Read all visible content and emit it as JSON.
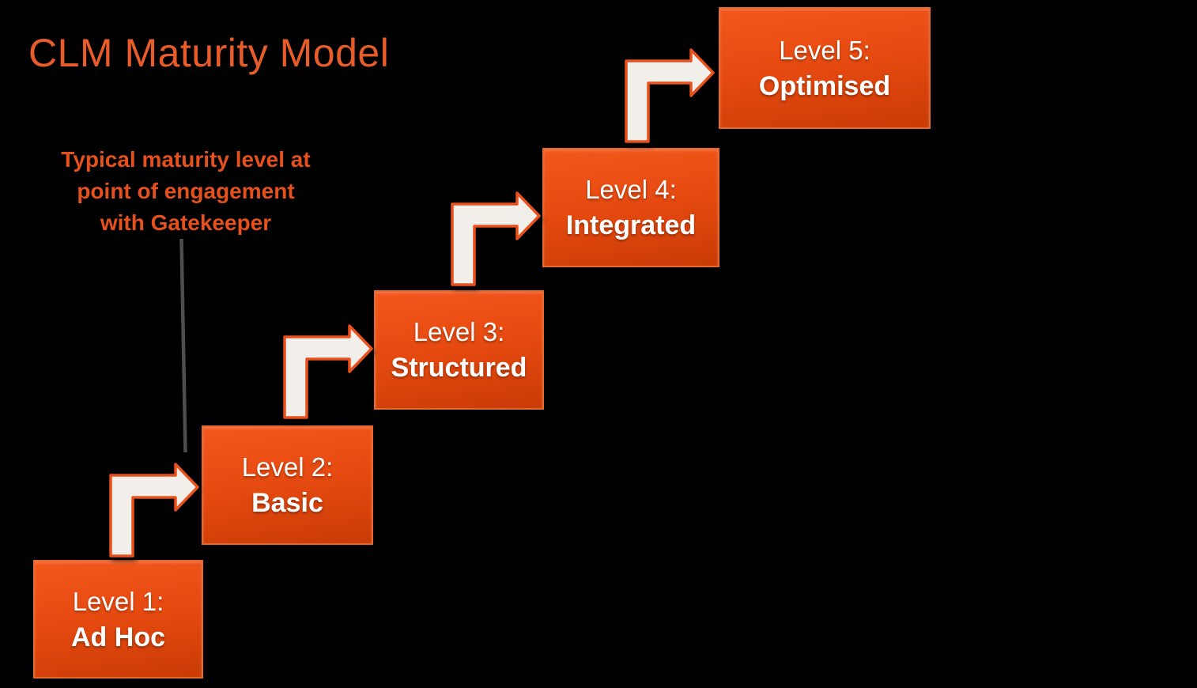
{
  "title": "CLM Maturity Model",
  "annotation": {
    "line1": "Typical maturity level at",
    "line2": "point of engagement",
    "line3": "with Gatekeeper"
  },
  "levels": [
    {
      "label": "Level 1:",
      "name": "Ad Hoc"
    },
    {
      "label": "Level 2:",
      "name": "Basic"
    },
    {
      "label": "Level 3:",
      "name": "Structured"
    },
    {
      "label": "Level 4:",
      "name": "Integrated"
    },
    {
      "label": "Level 5:",
      "name": "Optimised"
    }
  ],
  "icons": {
    "step_arrow": "bent-up-right-arrow"
  },
  "colors": {
    "background": "#000000",
    "title_text": "#E85C29",
    "annotation_text": "#E5511D",
    "box_gradient_top": "#F3571C",
    "box_gradient_bottom": "#C93B06",
    "box_border": "#E8692F",
    "box_text": "#FFFFFF",
    "arrow_fill": "#F2EEE9",
    "arrow_stroke": "#E8511E",
    "pointer_line": "#4E4E4E"
  }
}
